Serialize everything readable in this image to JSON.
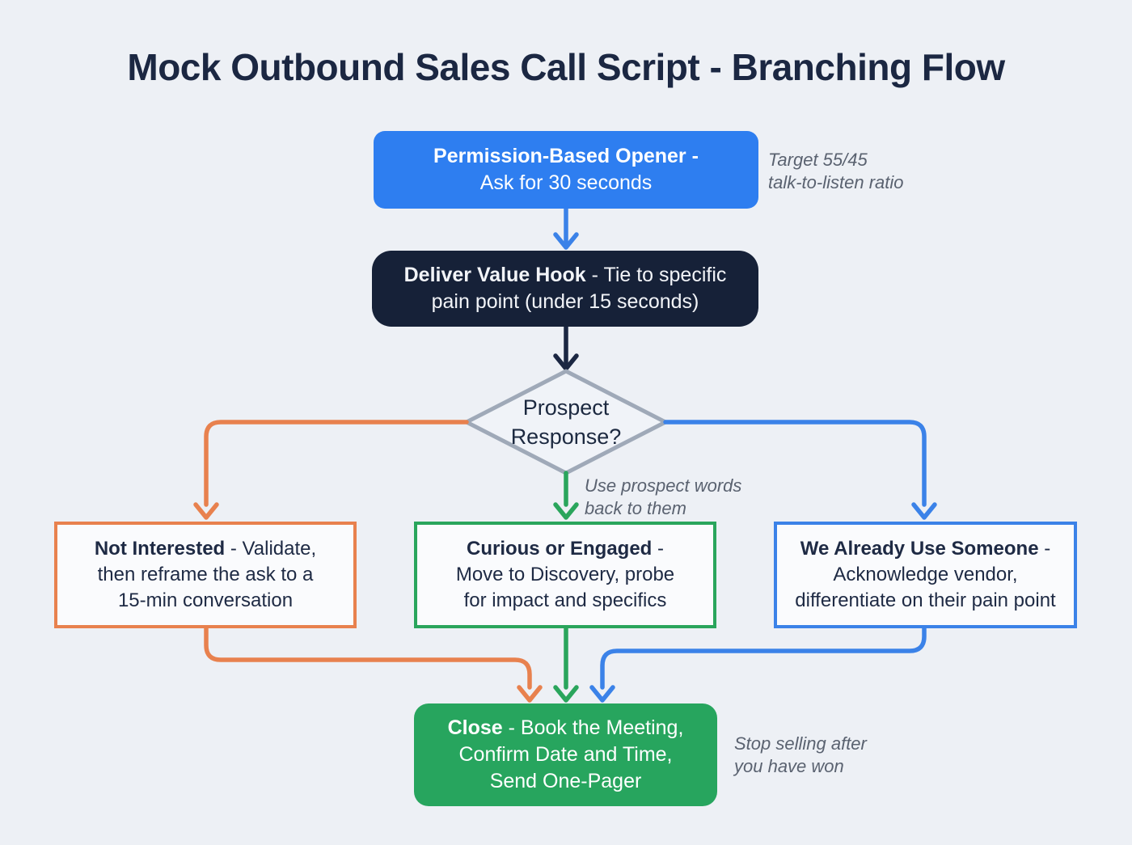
{
  "title": "Mock Outbound Sales Call Script - Branching Flow",
  "colors": {
    "background": "#edf0f5",
    "title_text": "#1b2742",
    "opener_blue": "#2e7ef0",
    "value_hook_navy": "#162138",
    "decision_gray": "#9fa9b8",
    "branch_orange": "#e8814e",
    "branch_green": "#2aa55c",
    "branch_blue": "#3b82e8",
    "close_green": "#27a55e",
    "arrow_navy": "#1b2742",
    "note_gray": "#5a6270"
  },
  "nodes": {
    "opener": {
      "bold": "Permission-Based Opener -",
      "line2": "Ask for 30 seconds"
    },
    "value_hook": {
      "bold": "Deliver Value Hook",
      "rest": " - Tie to specific pain point (under 15 seconds)"
    },
    "decision": {
      "line1": "Prospect",
      "line2": "Response?"
    },
    "not_interested": {
      "bold": "Not Interested",
      "line1_rest": " - Validate,",
      "line2": "then reframe the ask to a",
      "line3": "15-min conversation"
    },
    "curious": {
      "bold": "Curious or Engaged",
      "line1_rest": " -",
      "line2": "Move to Discovery, probe",
      "line3": "for impact and specifics"
    },
    "already_use": {
      "bold": "We Already Use Someone",
      "line1_rest": " -",
      "line2": "Acknowledge vendor,",
      "line3": "differentiate on their pain point"
    },
    "close": {
      "bold": "Close",
      "line1_rest": " - Book the Meeting,",
      "line2": "Confirm Date and Time,",
      "line3": "Send One-Pager"
    }
  },
  "notes": {
    "opener": {
      "line1": "Target 55/45",
      "line2": "talk-to-listen ratio"
    },
    "decision": {
      "line1": "Use prospect words",
      "line2": "back to them"
    },
    "close": {
      "line1": "Stop selling after",
      "line2": "you have won"
    }
  }
}
